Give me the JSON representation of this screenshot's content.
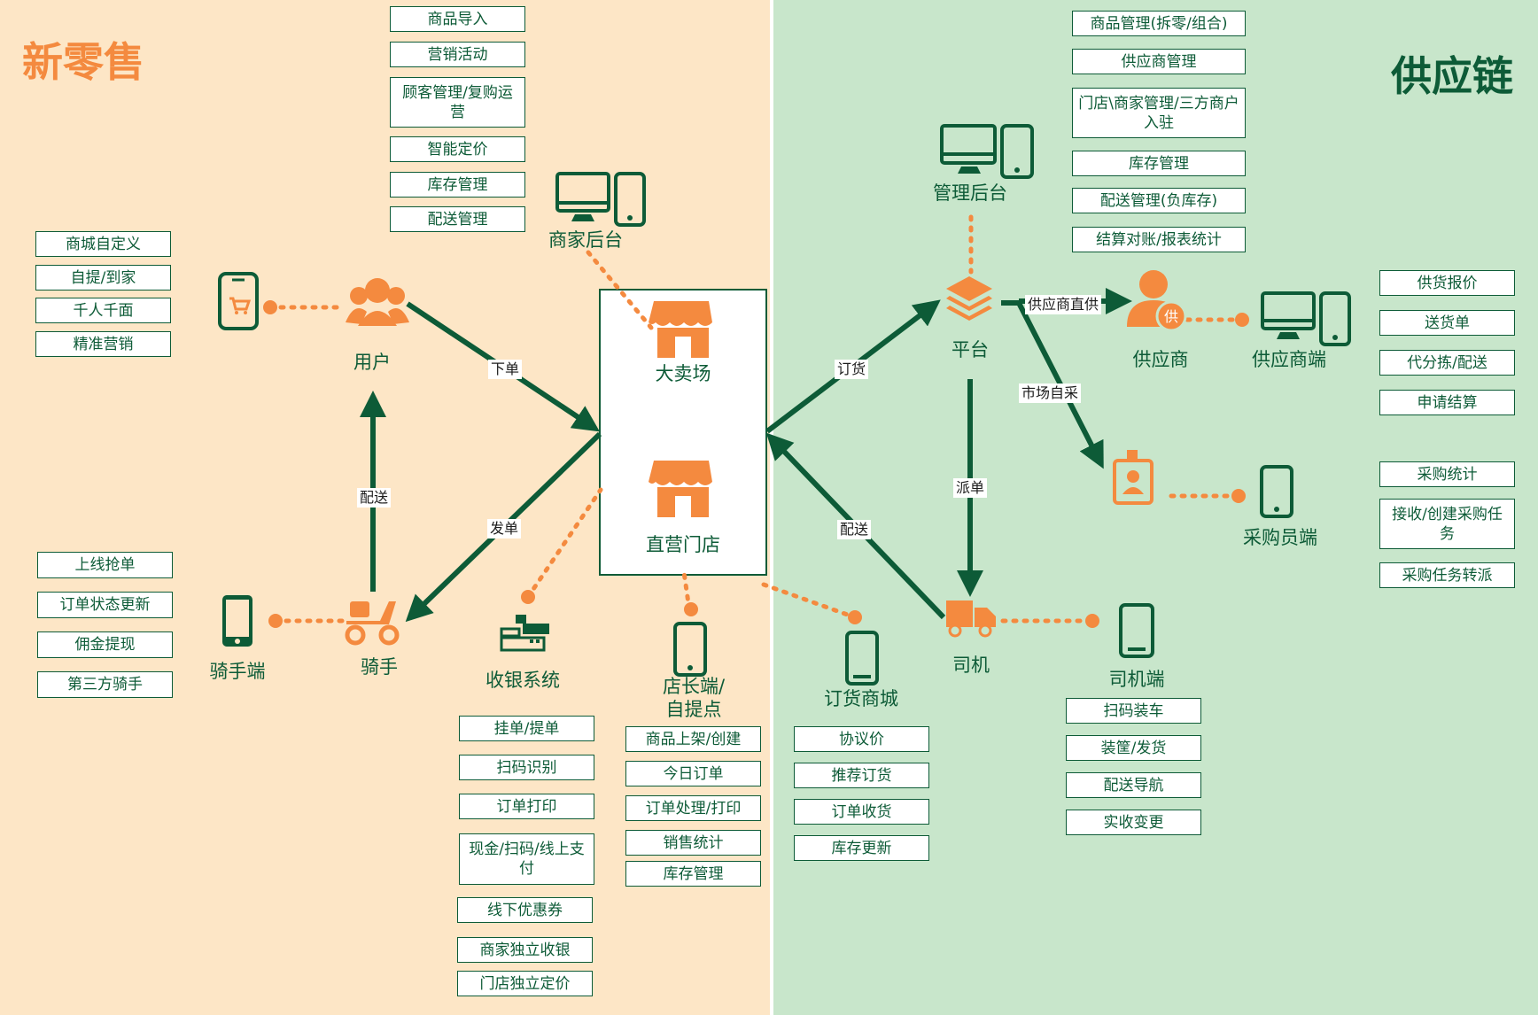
{
  "sections": {
    "left": "新零售",
    "right": "供应链"
  },
  "nodes": {
    "user": "用户",
    "rider": "骑手",
    "rider_app": "骑手端",
    "merchant_backend": "商家后台",
    "hypermarket": "大卖场",
    "direct_store": "直营门店",
    "cashier": "收银系统",
    "manager_app": "店长端/\n自提点",
    "order_mall": "订货商城",
    "admin_backend": "管理后台",
    "platform": "平台",
    "supplier": "供应商",
    "supplier_app": "供应商端",
    "buyer_app": "采购员端",
    "driver": "司机",
    "driver_app": "司机端"
  },
  "edges": {
    "place_order": "下单",
    "deliver_user": "配送",
    "dispatch_order": "发单",
    "order_goods": "订货",
    "deliver_store": "配送",
    "supplier_direct": "供应商直供",
    "market_purchase": "市场自采",
    "assign": "派单"
  },
  "features": {
    "mall": [
      "商城自定义",
      "自提/到家",
      "千人千面",
      "精准营销"
    ],
    "rider": [
      "上线抢单",
      "订单状态更新",
      "佣金提现",
      "第三方骑手"
    ],
    "merchant": [
      "商品导入",
      "营销活动",
      "顾客管理/复购运营",
      "智能定价",
      "库存管理",
      "配送管理"
    ],
    "cashier": [
      "挂单/提单",
      "扫码识别",
      "订单打印",
      "现金/扫码/线上支付",
      "线下优惠券",
      "商家独立收银",
      "门店独立定价"
    ],
    "manager": [
      "商品上架/创建",
      "今日订单",
      "订单处理/打印",
      "销售统计",
      "库存管理"
    ],
    "order_mall": [
      "协议价",
      "推荐订货",
      "订单收货",
      "库存更新"
    ],
    "admin": [
      "商品管理(拆零/组合)",
      "供应商管理",
      "门店\\商家管理/三方商户入驻",
      "库存管理",
      "配送管理(负库存)",
      "结算对账/报表统计"
    ],
    "supplier": [
      "供货报价",
      "送货单",
      "代分拣/配送",
      "申请结算"
    ],
    "buyer": [
      "采购统计",
      "接收/创建采购任务",
      "采购任务转派"
    ],
    "driver": [
      "扫码装车",
      "装筐/发货",
      "配送导航",
      "实收变更"
    ]
  },
  "colors": {
    "orange": "#f48a3f",
    "green": "#0d5b37",
    "left_bg": "#fde6c6",
    "right_bg": "#c8e6cb"
  },
  "icons": {
    "shopping-cart-phone": "phone with cart",
    "users": "user group",
    "scooter": "delivery scooter",
    "desktop-mobile": "monitor and phone",
    "store": "shop front",
    "cash-register": "cash register",
    "mobile": "phone",
    "layers": "stacked layers",
    "supplier-badge": "person with 供 badge",
    "id-badge": "id card",
    "truck": "truck"
  }
}
